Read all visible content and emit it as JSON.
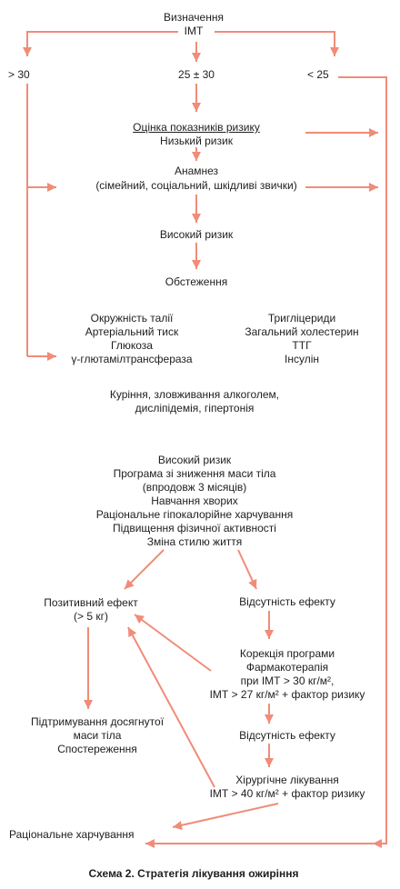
{
  "colors": {
    "arrow": "#f08c78",
    "text": "#1e1e1e",
    "background": "#ffffff"
  },
  "nodes": {
    "imt_title": "Визначення",
    "imt_sub": "ІМТ",
    "gt30": "> 30",
    "mid": "25 ± 30",
    "lt25": "< 25",
    "risk_eval": "Оцінка показників ризику",
    "low_risk": "Низький ризик",
    "anamnesis": "Анамнез",
    "anamnesis_detail": "(сімейний, соціальний, шкідливі звички)",
    "high_risk_1": "Високий ризик",
    "examination": "Обстеження",
    "exam_left": [
      "Окружність талії",
      "Артеріальний тиск",
      "Глюкоза",
      "γ-глютамілтрансфераза"
    ],
    "exam_right": [
      "Тригліцериди",
      "Загальний холестерин",
      "ТТГ",
      "Інсулін"
    ],
    "factors": [
      "Куріння, зловживання алкоголем,",
      "дисліпідемія, гіпертонія"
    ],
    "program": [
      "Високий ризик",
      "Програма зі зниження маси тіла",
      "(впродовж 3 місяців)",
      "Навчання хворих",
      "Раціональне гіпокалорійне харчування",
      "Підвищення фізичної активності",
      "Зміна стилю життя"
    ],
    "positive": [
      "Позитивний ефект",
      "(> 5 кг)"
    ],
    "no_effect_1": "Відсутність ефекту",
    "correction": [
      "Корекція програми",
      "Фармакотерапія",
      "при ІМТ > 30 кг/м²,",
      "ІМТ > 27 кг/м² + фактор ризику"
    ],
    "maintain": [
      "Підтримування досягнутої",
      "маси тіла",
      "Спостереження"
    ],
    "no_effect_2": "Відсутність ефекту",
    "surgery": [
      "Хірургічне лікування",
      "ІМТ > 40 кг/м² + фактор ризику"
    ],
    "rational": "Раціональне харчування"
  },
  "caption": "Схема 2. Стратегія лікування ожиріння"
}
